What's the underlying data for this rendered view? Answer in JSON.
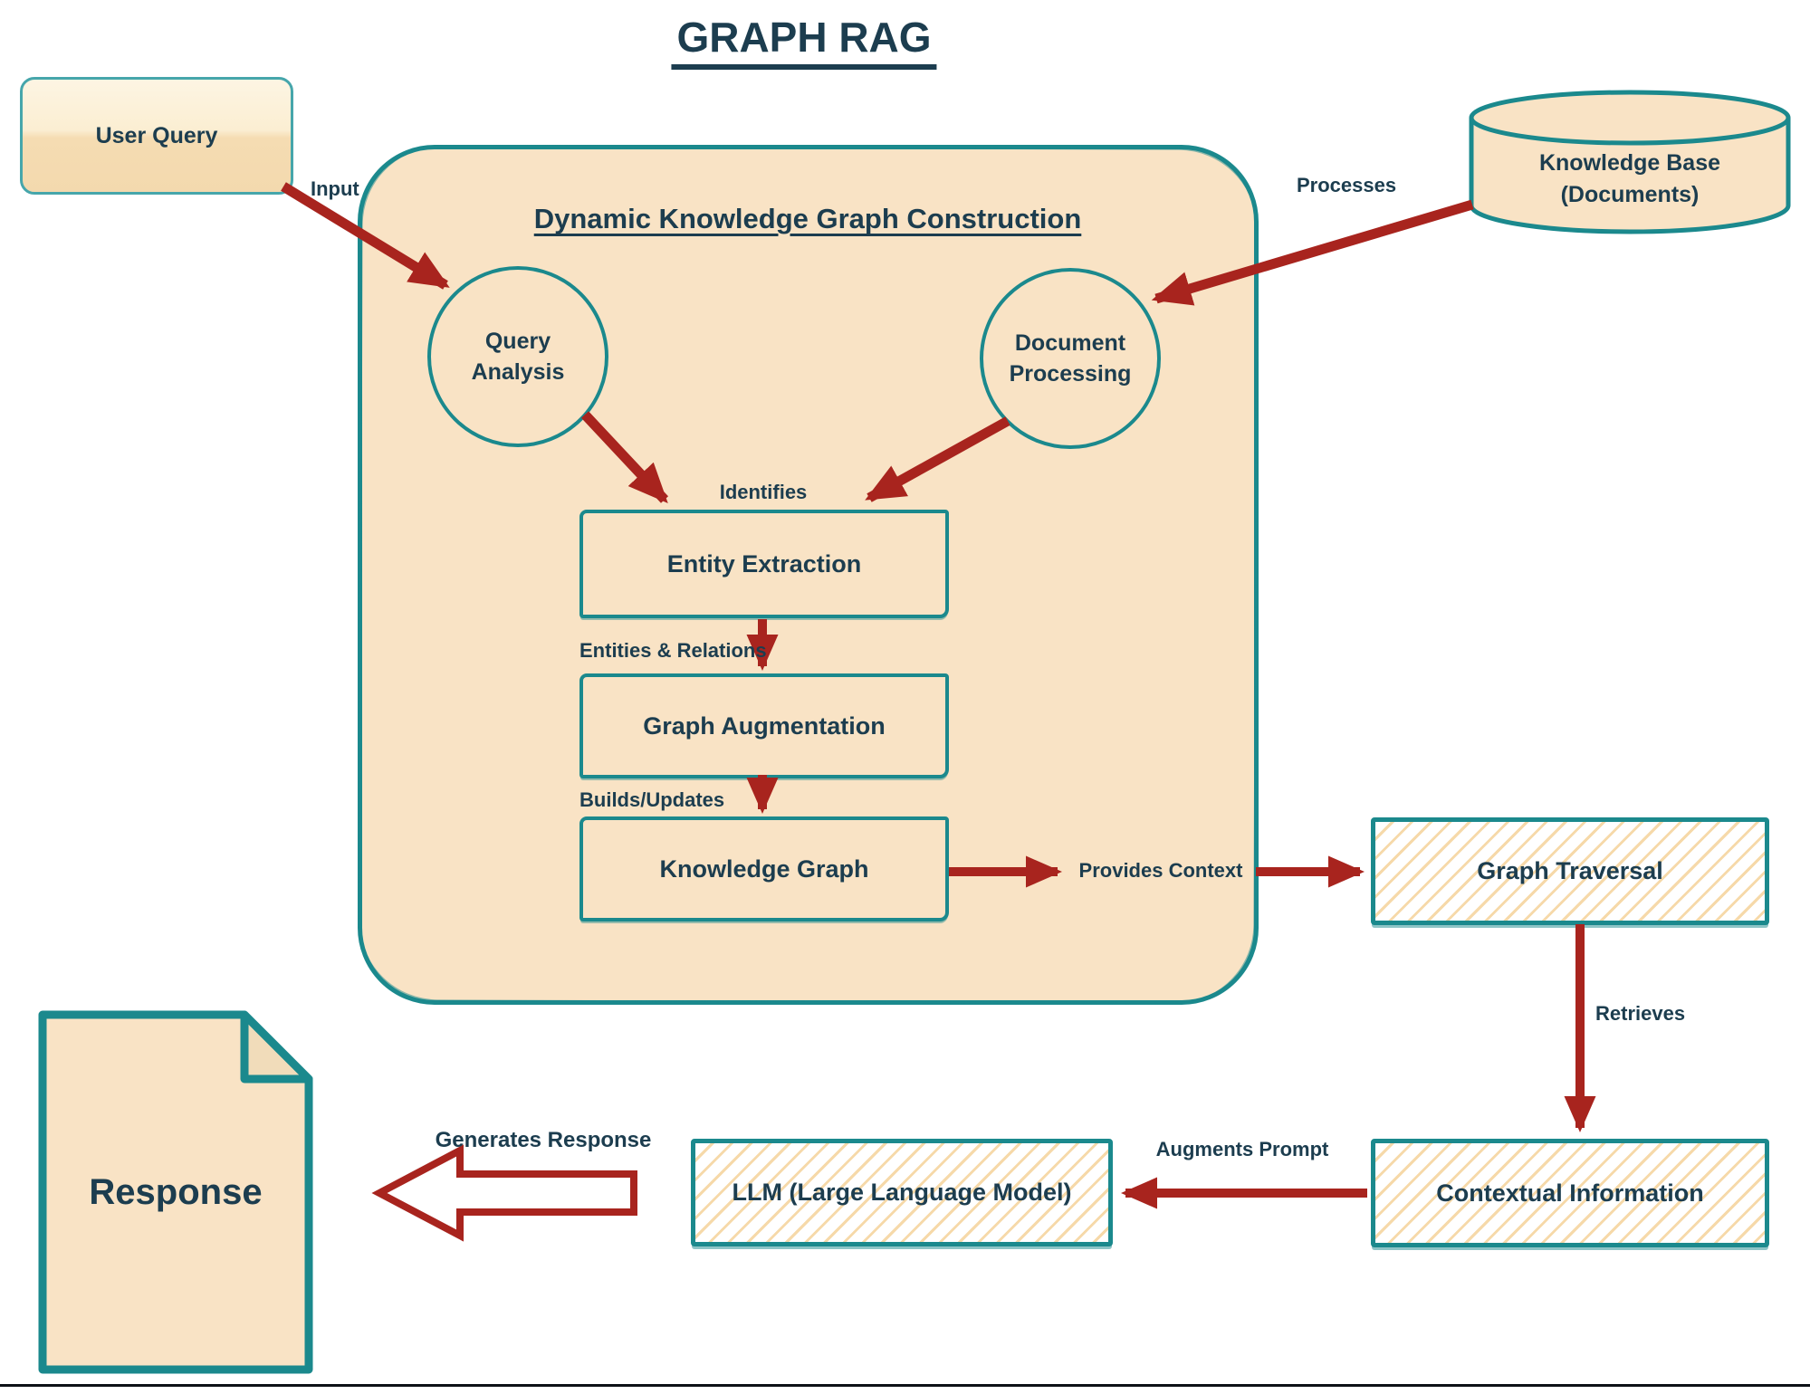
{
  "title": "GRAPH RAG",
  "container": {
    "title": "Dynamic Knowledge Graph Construction"
  },
  "nodes": {
    "user_query": {
      "label": "User Query"
    },
    "knowledge_base": {
      "line1": "Knowledge Base",
      "line2": "(Documents)"
    },
    "query_analysis": {
      "line1": "Query",
      "line2": "Analysis"
    },
    "document_processing": {
      "line1": "Document",
      "line2": "Processing"
    },
    "entity_extraction": {
      "label": "Entity Extraction"
    },
    "graph_augmentation": {
      "label": "Graph Augmentation"
    },
    "knowledge_graph": {
      "label": "Knowledge Graph"
    },
    "graph_traversal": {
      "label": "Graph Traversal"
    },
    "contextual_information": {
      "label": "Contextual Information"
    },
    "llm": {
      "label": "LLM (Large Language Model)"
    },
    "response": {
      "label": "Response"
    }
  },
  "edges": {
    "input": "Input",
    "processes": "Processes",
    "identifies": "Identifies",
    "entities_relations": "Entities & Relations",
    "builds_updates": "Builds/Updates",
    "provides_context": "Provides Context",
    "retrieves": "Retrieves",
    "augments_prompt": "Augments Prompt",
    "generates_response": "Generates Response"
  },
  "colors": {
    "border_teal": "#1b898d",
    "fill_peach": "#f9e3c5",
    "arrow_red": "#a8241e",
    "text_navy": "#1c3d4f",
    "hatch_tan": "#f6d9a9"
  }
}
